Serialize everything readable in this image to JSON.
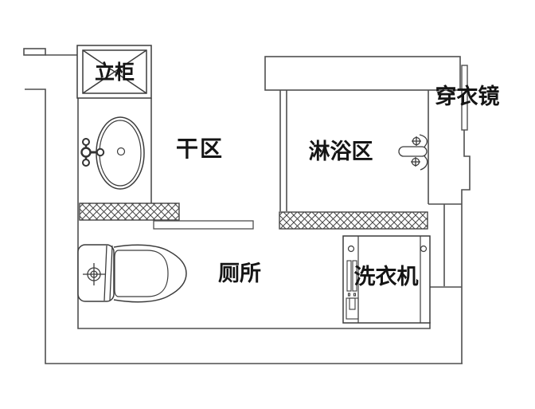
{
  "labels": {
    "cabinet": "立柜",
    "dry_area": "干区",
    "shower_area": "淋浴区",
    "mirror": "穿衣镜",
    "toilet": "厕所",
    "washing_machine": "洗衣机"
  },
  "colors": {
    "background": "#ffffff",
    "wall_line": "#4f4f4f",
    "fixture_line": "#3c3c3c",
    "text": "#151515"
  }
}
